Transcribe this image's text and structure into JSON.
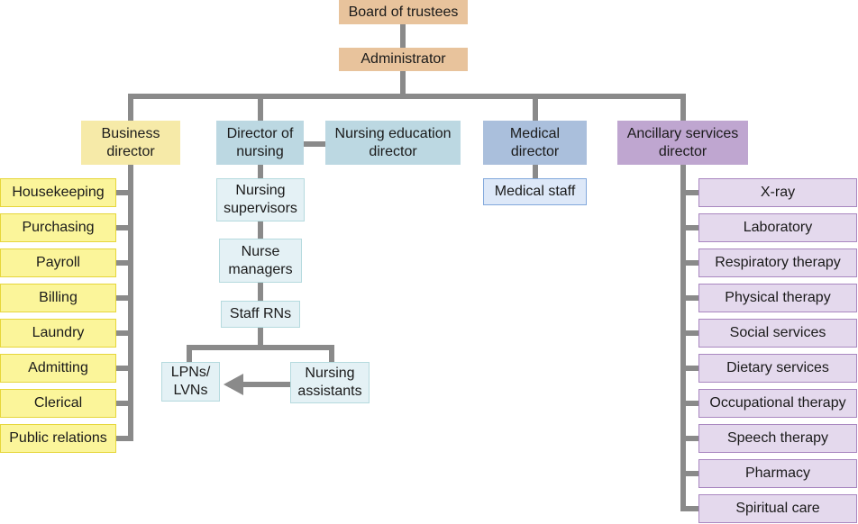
{
  "colors": {
    "connector": "#8a8a8a",
    "executive": "#e8c39c",
    "business": "#f6eaa8",
    "business_items": "#fbf59a",
    "nursing": "#bcd8e2",
    "nursing_items": "#e4f1f5",
    "medical": "#aabfdc",
    "medical_items": "#dde8f8",
    "ancillary": "#bfa6d0",
    "ancillary_items": "#e4d9ed"
  },
  "board": "Board of trustees",
  "administrator": "Administrator",
  "business": {
    "director": "Business\ndirector",
    "items": [
      "Housekeeping",
      "Purchasing",
      "Payroll",
      "Billing",
      "Laundry",
      "Admitting",
      "Clerical",
      "Public relations"
    ]
  },
  "nursing": {
    "director": "Director of\nnursing",
    "education_director": "Nursing education\ndirector",
    "supervisors": "Nursing\nsupervisors",
    "managers": "Nurse\nmanagers",
    "staff_rns": "Staff RNs",
    "lpns": "LPNs/\nLVNs",
    "assistants": "Nursing\nassistants"
  },
  "medical": {
    "director": "Medical\ndirector",
    "staff": "Medical staff"
  },
  "ancillary": {
    "director": "Ancillary services\ndirector",
    "items": [
      "X-ray",
      "Laboratory",
      "Respiratory therapy",
      "Physical therapy",
      "Social services",
      "Dietary services",
      "Occupational therapy",
      "Speech therapy",
      "Pharmacy",
      "Spiritual care"
    ]
  }
}
